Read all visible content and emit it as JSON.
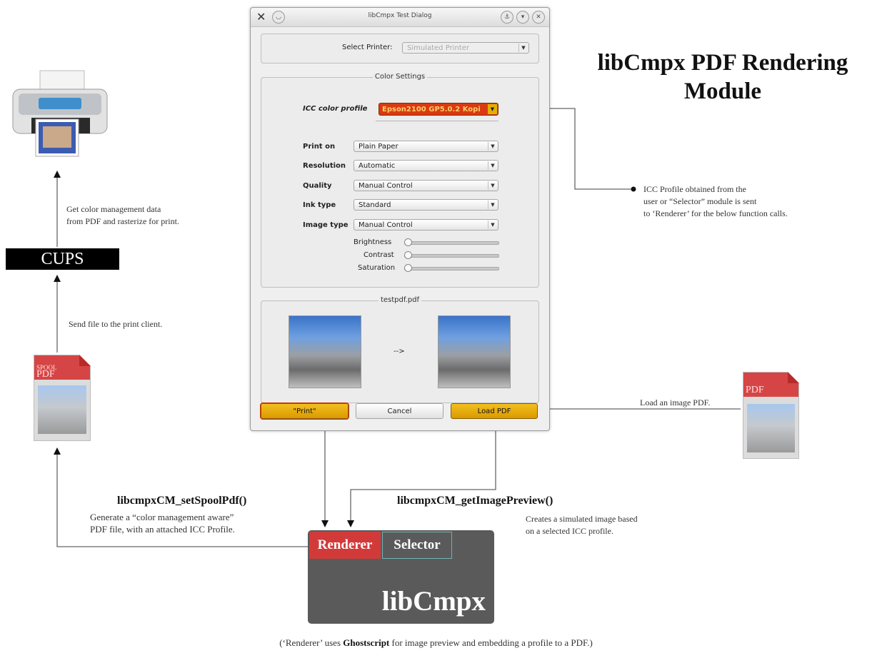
{
  "title": {
    "line1": "libCmpx PDF Rendering",
    "line2": "Module"
  },
  "dialog": {
    "window_title": "libCmpx Test Dialog",
    "select_printer_label": "Select Printer:",
    "select_printer_value": "Simulated Printer",
    "color_settings_legend": "Color Settings",
    "icc_label": "ICC color profile",
    "icc_value": "Epson2100 GP5.0.2 Kopi",
    "settings": [
      {
        "label": "Print on",
        "value": "Plain Paper"
      },
      {
        "label": "Resolution",
        "value": "Automatic"
      },
      {
        "label": "Quality",
        "value": "Manual Control"
      },
      {
        "label": "Ink type",
        "value": "Standard"
      },
      {
        "label": "Image type",
        "value": "Manual Control"
      }
    ],
    "sliders": [
      "Brightness",
      "Contrast",
      "Saturation"
    ],
    "preview_legend": "testpdf.pdf",
    "preview_arrow": "-->",
    "buttons": {
      "print": "\"Print\"",
      "cancel": "Cancel",
      "load_pdf": "Load PDF"
    }
  },
  "left": {
    "cups_label": "CUPS",
    "note_get": [
      "Get color management data",
      "from PDF and rasterize for print."
    ],
    "note_send": "Send file to the print client.",
    "spool_doc_tag": [
      "SPOOL",
      "PDF"
    ]
  },
  "right": {
    "icc_note": [
      "ICC Profile obtained from the",
      "user or “Selector” module is sent",
      "to ‘Renderer’ for the below function calls."
    ],
    "load_note": "Load an image PDF.",
    "pdf_doc_tag": "PDF"
  },
  "functions": {
    "spool_name": "libcmpxCM_setSpoolPdf()",
    "spool_desc": [
      "Generate a “color management aware”",
      "PDF file, with an attached ICC Profile."
    ],
    "preview_name": "libcmpxCM_getImagePreview()",
    "preview_desc": [
      "Creates a simulated image based",
      "on a selected ICC profile."
    ]
  },
  "lib": {
    "renderer": "Renderer",
    "selector": "Selector",
    "name": "libCmpx"
  },
  "footer": {
    "pre": "(‘Renderer’ uses ",
    "bold": "Ghostscript",
    "post": " for image preview and embedding a profile to a PDF.)"
  },
  "colors": {
    "renderer_red": "#d23a3a",
    "button_gold": "#e6ad0c",
    "icc_red": "#d93a12",
    "box_grey": "#5a5a5a"
  }
}
